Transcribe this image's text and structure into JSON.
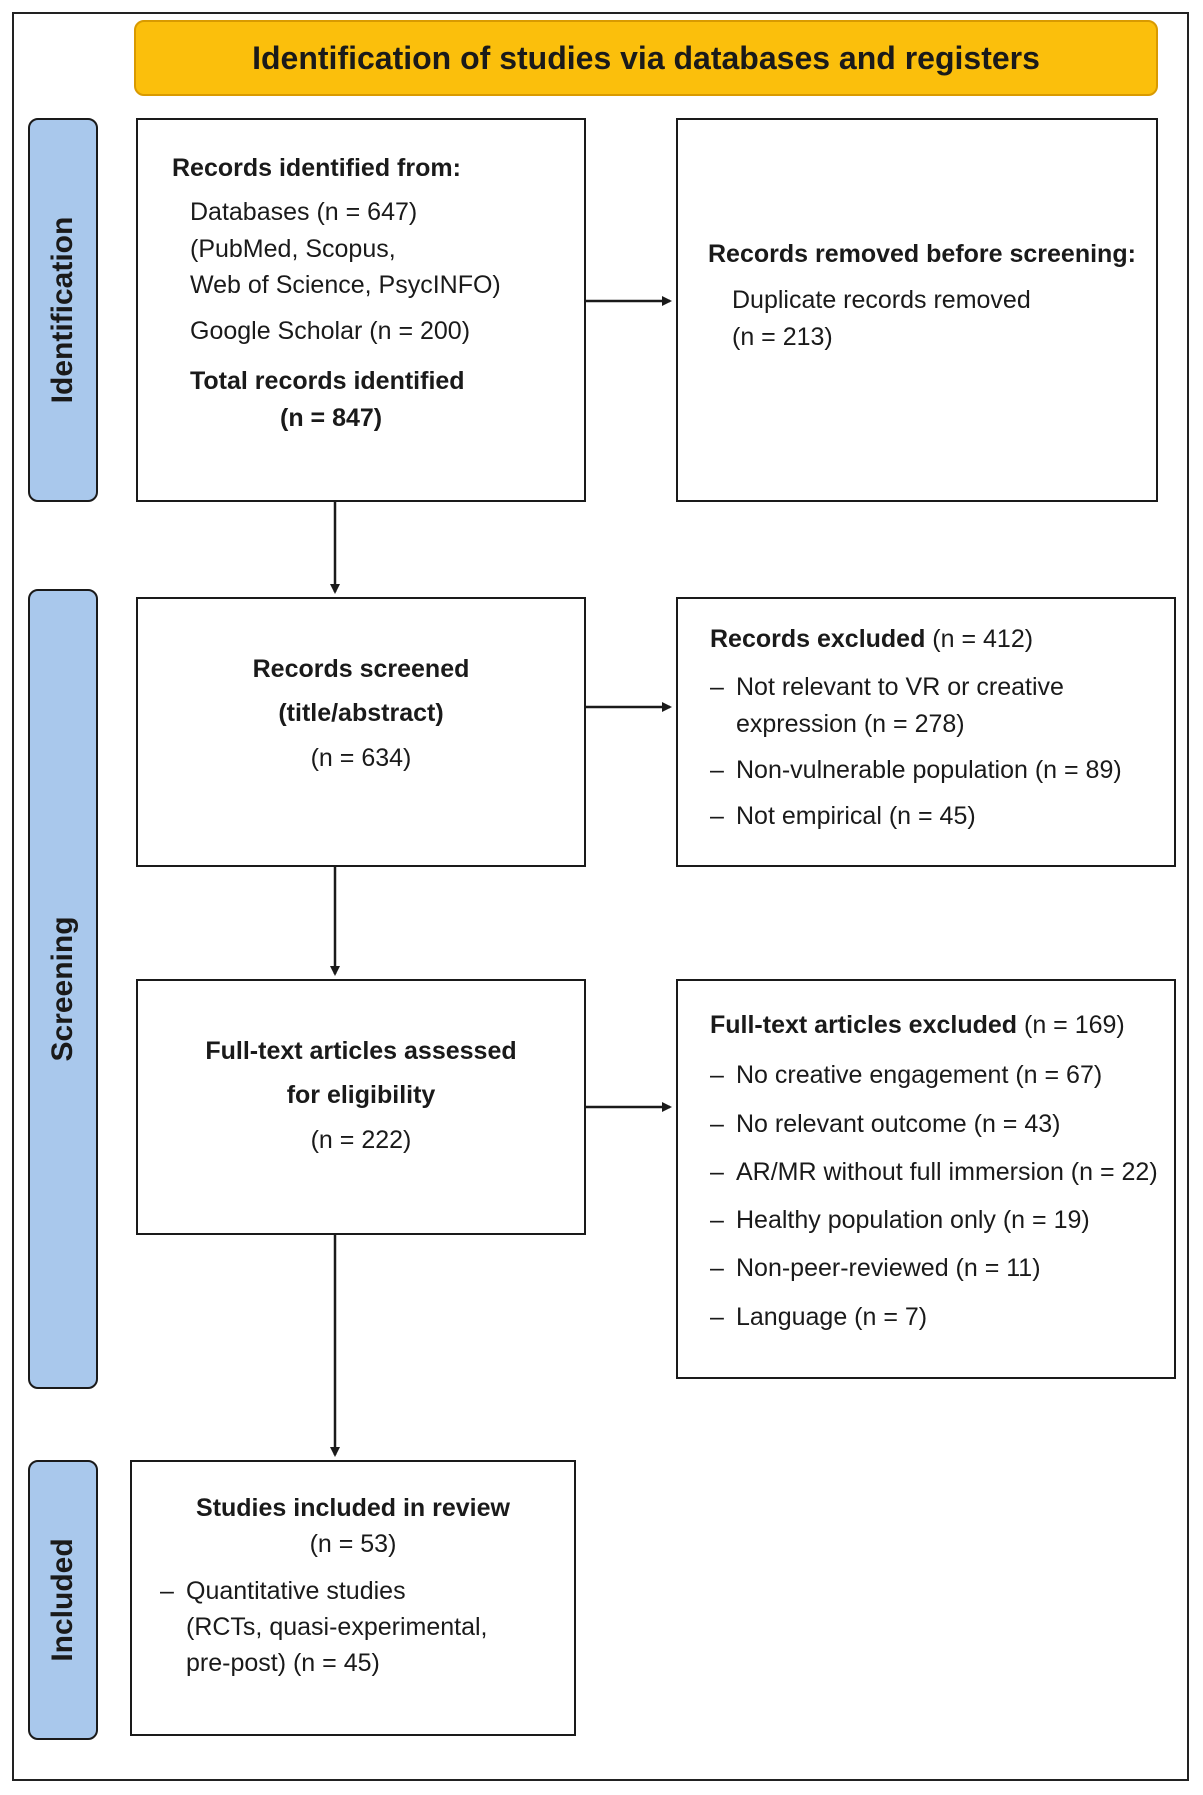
{
  "banner": {
    "title": "Identification of studies via databases and registers"
  },
  "phases": {
    "identification": "Identification",
    "screening": "Screening",
    "included": "Included"
  },
  "identified": {
    "heading": "Records identified from:",
    "databases": "Databases (n = 647)",
    "databases_list_1": "(PubMed, Scopus,",
    "databases_list_2": "Web of Science, PsycINFO)",
    "scholar": "Google Scholar (n = 200)",
    "total_label": "Total records identified",
    "total_n": "(n = 847)"
  },
  "removed": {
    "heading": "Records removed before screening:",
    "line1": "Duplicate records removed",
    "line2": "(n = 213)"
  },
  "screened": {
    "line1": "Records screened",
    "line2": "(title/abstract)",
    "n": "(n = 634)"
  },
  "excluded": {
    "heading": "Records excluded",
    "heading_n": " (n = 412)",
    "items": [
      "Not relevant to VR or creative",
      "expression (n = 278)",
      "Non-vulnerable population (n = 89)",
      "Not empirical (n = 45)"
    ]
  },
  "fulltext": {
    "line1": "Full-text articles assessed",
    "line2": "for eligibility",
    "n": "(n = 222)"
  },
  "fulltext_excluded": {
    "heading": "Full-text articles excluded",
    "heading_n": " (n = 169)",
    "items": [
      "No creative engagement (n = 67)",
      "No relevant outcome (n = 43)",
      "AR/MR without full immersion (n = 22)",
      "Healthy population only (n = 19)",
      "Non-peer-reviewed (n = 11)",
      "Language (n = 7)"
    ]
  },
  "included_box": {
    "heading": "Studies included in review",
    "n": "(n = 53)",
    "item_1": "Quantitative studies",
    "item_2": "(RCTs, quasi-experimental,",
    "item_3": "pre-post) (n = 45)"
  }
}
